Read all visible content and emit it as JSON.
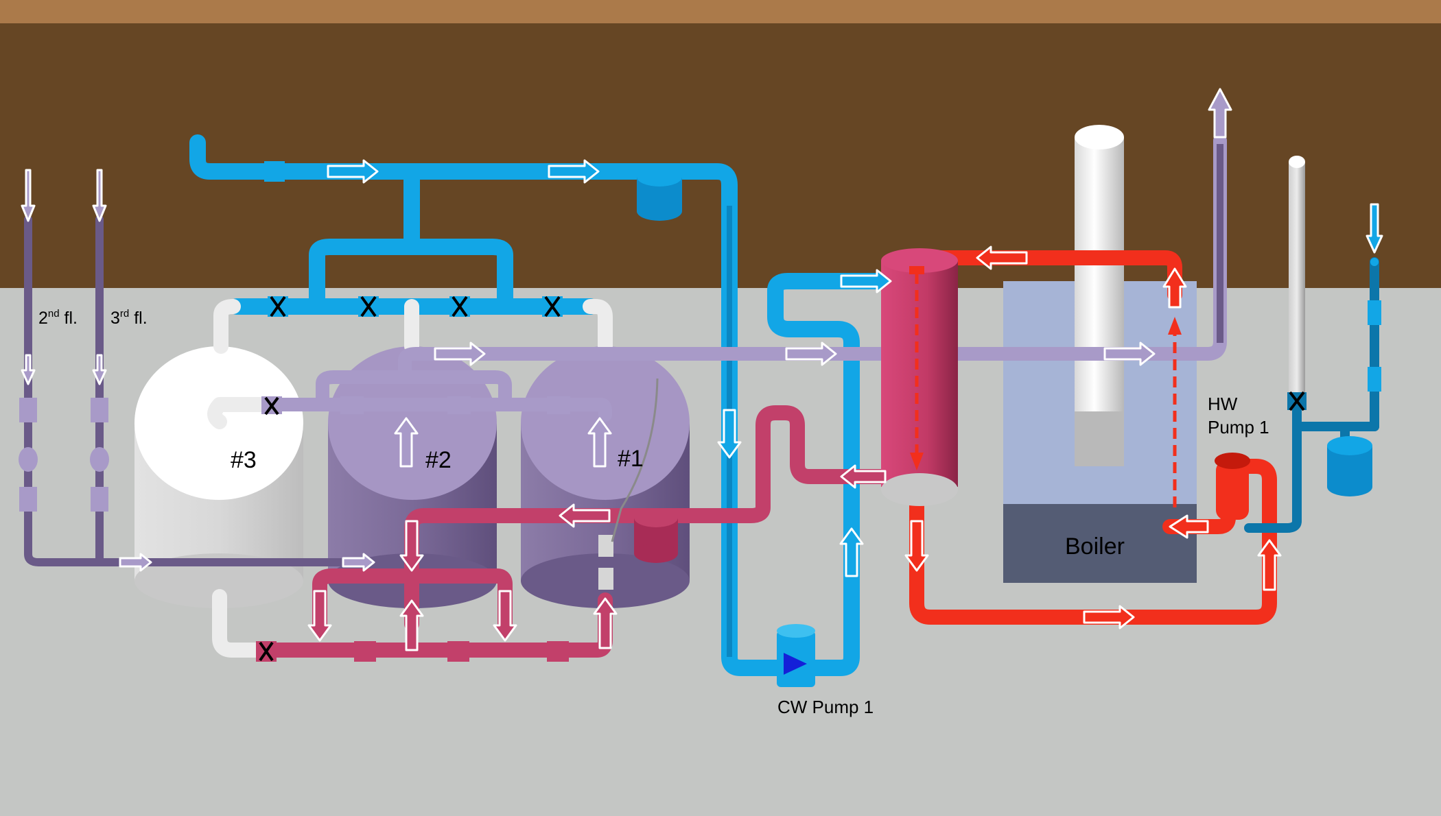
{
  "labels": {
    "floor2_num": "2",
    "floor2_sup": "nd",
    "floor2_suffix": " fl.",
    "floor3_num": "3",
    "floor3_sup": "rd",
    "floor3_suffix": " fl.",
    "tank3": "#3",
    "tank2": "#2",
    "tank1": "#1",
    "boiler": "Boiler",
    "hw_pump_line1": "HW",
    "hw_pump_line2": "Pump 1",
    "cw_pump": "CW Pump 1"
  },
  "colors": {
    "ceiling": "#ab7a4a",
    "wall": "#664624",
    "floor": "#c4c6c4",
    "cold_water": "#12a6e6",
    "cold_water_dark": "#0c76aa",
    "hot_water_return": "#a89ac8",
    "hot_water_return_dark": "#6a5a88",
    "tempered_supply": "#c2406a",
    "boiler_loop": "#f22f1c",
    "boiler_body": "#a6b4d6",
    "boiler_base": "#545c74",
    "tank_white": "#ffffff",
    "tank_purple": "#a696c4"
  },
  "icons": [
    "flow-arrow-icon",
    "valve-icon",
    "pump-icon",
    "expansion-tank-icon",
    "tank-icon",
    "boiler-icon"
  ]
}
